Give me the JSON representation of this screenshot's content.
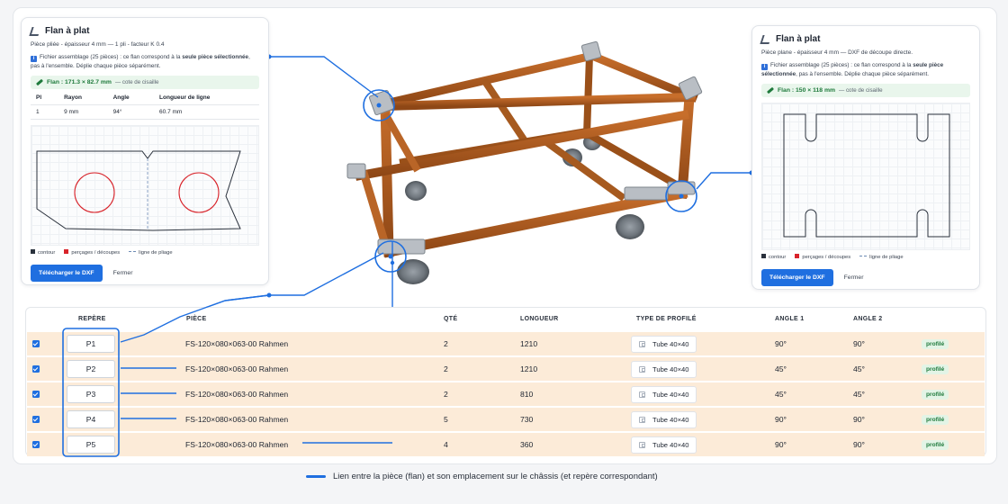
{
  "left_panel": {
    "title": "Flan à plat",
    "subtitle": "Pièce pliée - épaisseur 4 mm — 1 pli - facteur K 0.4",
    "info_prefix": "Fichier assemblage (25 pièces) : ce flan correspond à la ",
    "info_bold": "seule pièce sélectionnée",
    "info_suffix": ", pas à l'ensemble. Déplie chaque pièce séparément.",
    "flan_value": "Flan : 171.3 × 82.7 mm",
    "flan_note": "— cote de cisaille",
    "bend_headers": [
      "Pl",
      "Rayon",
      "Angle",
      "Longueur de ligne"
    ],
    "bend_rows": [
      [
        "1",
        "9 mm",
        "94°",
        "60.7 mm"
      ]
    ],
    "legend": [
      "contour",
      "perçages / découpes",
      "ligne de pliage"
    ],
    "download_label": "Télécharger le DXF",
    "close_label": "Fermer"
  },
  "right_panel": {
    "title": "Flan à plat",
    "subtitle": "Pièce plane - épaisseur 4 mm — DXF de découpe directe.",
    "info_prefix": "Fichier assemblage (25 pièces) : ce flan correspond à la ",
    "info_bold": "seule pièce sélectionnée",
    "info_suffix": ", pas à l'ensemble. Déplie chaque pièce séparément.",
    "flan_value": "Flan : 150 × 118 mm",
    "flan_note": "— cote de cisaille",
    "legend": [
      "contour",
      "perçages / découpes",
      "ligne de pliage"
    ],
    "download_label": "Télécharger le DXF",
    "close_label": "Fermer"
  },
  "table": {
    "headers": {
      "repere": "REPÈRE",
      "piece": "PIÈCE",
      "qte": "QTÉ",
      "longueur": "LONGUEUR",
      "type": "TYPE DE PROFILÉ",
      "angle1": "ANGLE 1",
      "angle2": "ANGLE 2"
    },
    "rows": [
      {
        "checked": true,
        "repere": "P1",
        "piece": "FS-120×080×063-00 Rahmen",
        "qte": "2",
        "longueur": "1210",
        "type": "Tube 40×40",
        "angle1": "90°",
        "angle2": "90°",
        "badge": "profilé"
      },
      {
        "checked": true,
        "repere": "P2",
        "piece": "FS-120×080×063-00 Rahmen",
        "qte": "2",
        "longueur": "1210",
        "type": "Tube 40×40",
        "angle1": "45°",
        "angle2": "45°",
        "badge": "profilé"
      },
      {
        "checked": true,
        "repere": "P3",
        "piece": "FS-120×080×063-00 Rahmen",
        "qte": "2",
        "longueur": "810",
        "type": "Tube 40×40",
        "angle1": "45°",
        "angle2": "45°",
        "badge": "profilé"
      },
      {
        "checked": true,
        "repere": "P4",
        "piece": "FS-120×080×063-00 Rahmen",
        "qte": "5",
        "longueur": "730",
        "type": "Tube 40×40",
        "angle1": "90°",
        "angle2": "90°",
        "badge": "profilé"
      },
      {
        "checked": true,
        "repere": "P5",
        "piece": "FS-120×080×063-00 Rahmen",
        "qte": "4",
        "longueur": "360",
        "type": "Tube 40×40",
        "angle1": "90°",
        "angle2": "90°",
        "badge": "profilé"
      }
    ]
  },
  "caption": "Lien entre la pièce (flan) et son emplacement sur le châssis (et repère correspondant)",
  "colors": {
    "accent": "#1f6fe0",
    "link_line": "#1f6fe0",
    "frame_wood": "#b05e22",
    "row_highlight": "#fcebd8",
    "badge_green": "#1f7a3c",
    "hole_red": "#d8232a"
  },
  "icons": {
    "panel_title": "triangle-ruler-icon",
    "info": "info-icon",
    "flan": "pencil-icon",
    "profile": "profile-square-icon",
    "checkbox": "checkbox-checked-icon"
  }
}
